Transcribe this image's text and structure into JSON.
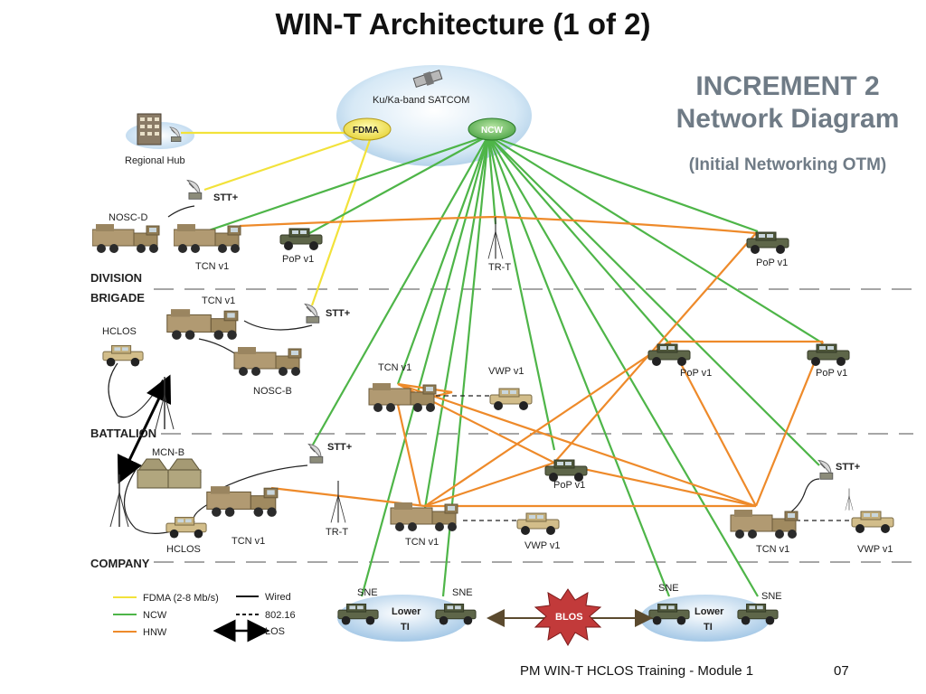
{
  "title": "WIN-T Architecture  (1 of 2)",
  "increment": {
    "title_line1": "INCREMENT 2",
    "title_line2": "Network Diagram",
    "subtitle": "(Initial Networking OTM)"
  },
  "satcom": {
    "label": "Ku/Ka-band SATCOM",
    "fdma": "FDMA",
    "ncw": "NCW"
  },
  "regional_hub": "Regional Hub",
  "echelons": {
    "division": "DIVISION",
    "brigade": "BRIGADE",
    "battalion": "BATTALION",
    "company": "COMPANY"
  },
  "labels": {
    "stt_plus": "STT+",
    "nosc_d": "NOSC-D",
    "nosc_b": "NOSC-B",
    "tcn_v1": "TCN v1",
    "pop_v1": "PoP v1",
    "tr_t": "TR-T",
    "hclos": "HCLOS",
    "vwp_v1": "VWP v1",
    "mcn_b": "MCN-B",
    "sne": "SNE",
    "lower_ti_line1": "Lower",
    "lower_ti_line2": "TI",
    "blos": "BLOS"
  },
  "legend": {
    "fdma": "FDMA (2-8 Mb/s)",
    "ncw": "NCW",
    "hnw": "HNW",
    "wired": "Wired",
    "w80216": "802.16",
    "los": "LOS"
  },
  "colors": {
    "fdma": "#f2e23a",
    "ncw": "#4eb548",
    "hnw": "#ee8a2a",
    "cloud": "#d7e9f6",
    "heading": "#6f7b86"
  },
  "footer": {
    "text": "PM WIN-T HCLOS Training - Module 1",
    "page": "07"
  }
}
